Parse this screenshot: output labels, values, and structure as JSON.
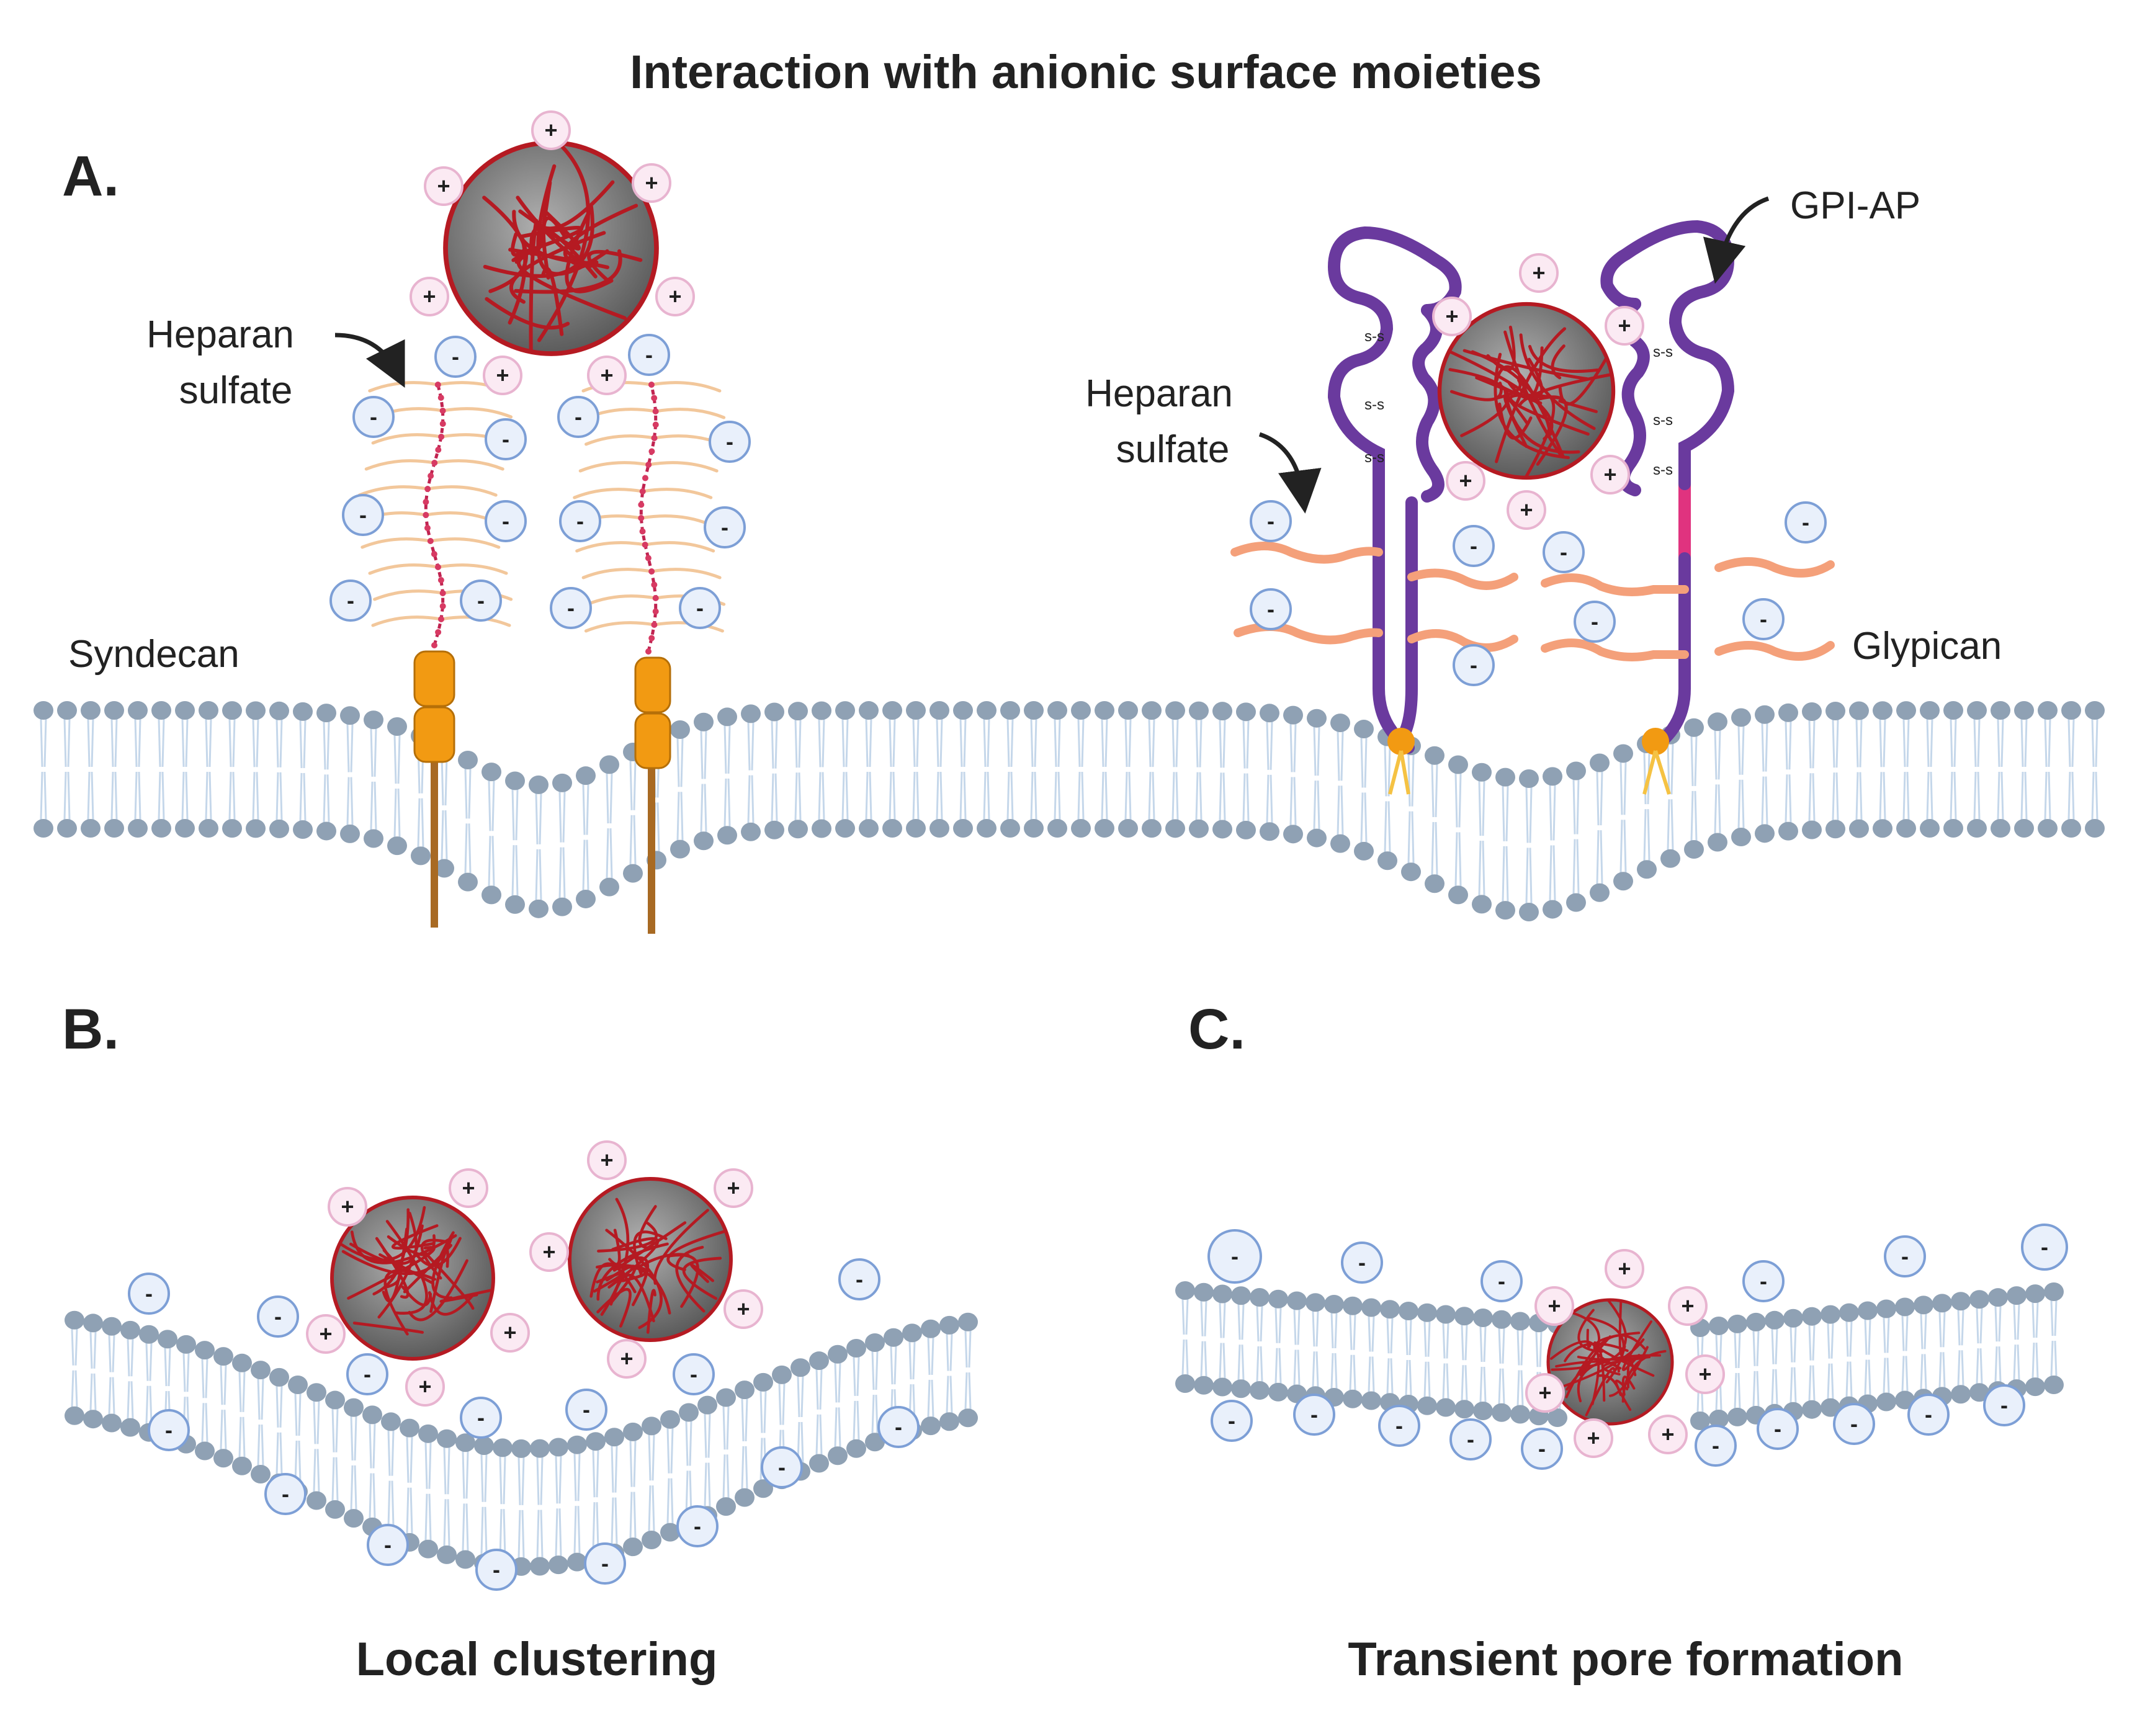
{
  "title": "Interaction with anionic surface moieties",
  "panels": {
    "a": {
      "label": "A.",
      "syndecan_label": "Syndecan",
      "heparan_left_line1": "Heparan",
      "heparan_left_line2": "sulfate",
      "heparan_right_line1": "Heparan",
      "heparan_right_line2": "sulfate",
      "gpi_label": "GPI-AP",
      "glypican_label": "Glypican",
      "disulfide": "s-s"
    },
    "b": {
      "label": "B.",
      "caption": "Local clustering"
    },
    "c": {
      "label": "C.",
      "caption": "Transient pore formation"
    }
  },
  "symbols": {
    "positive": "+",
    "negative": "-"
  },
  "colors": {
    "lipid_head": "#8fa1b4",
    "lipid_tail": "#c5d7ea",
    "negative_charge": "#7d9fd6",
    "positive_charge": "#e8b4d0",
    "polymer": "#b51a22",
    "core": "#7a7a7a",
    "core_protein": "#f29a12",
    "gpi_anchor": "#6a3a9e",
    "glypican_pink": "#e0337f",
    "heparan_chain": "#f4a07a"
  }
}
